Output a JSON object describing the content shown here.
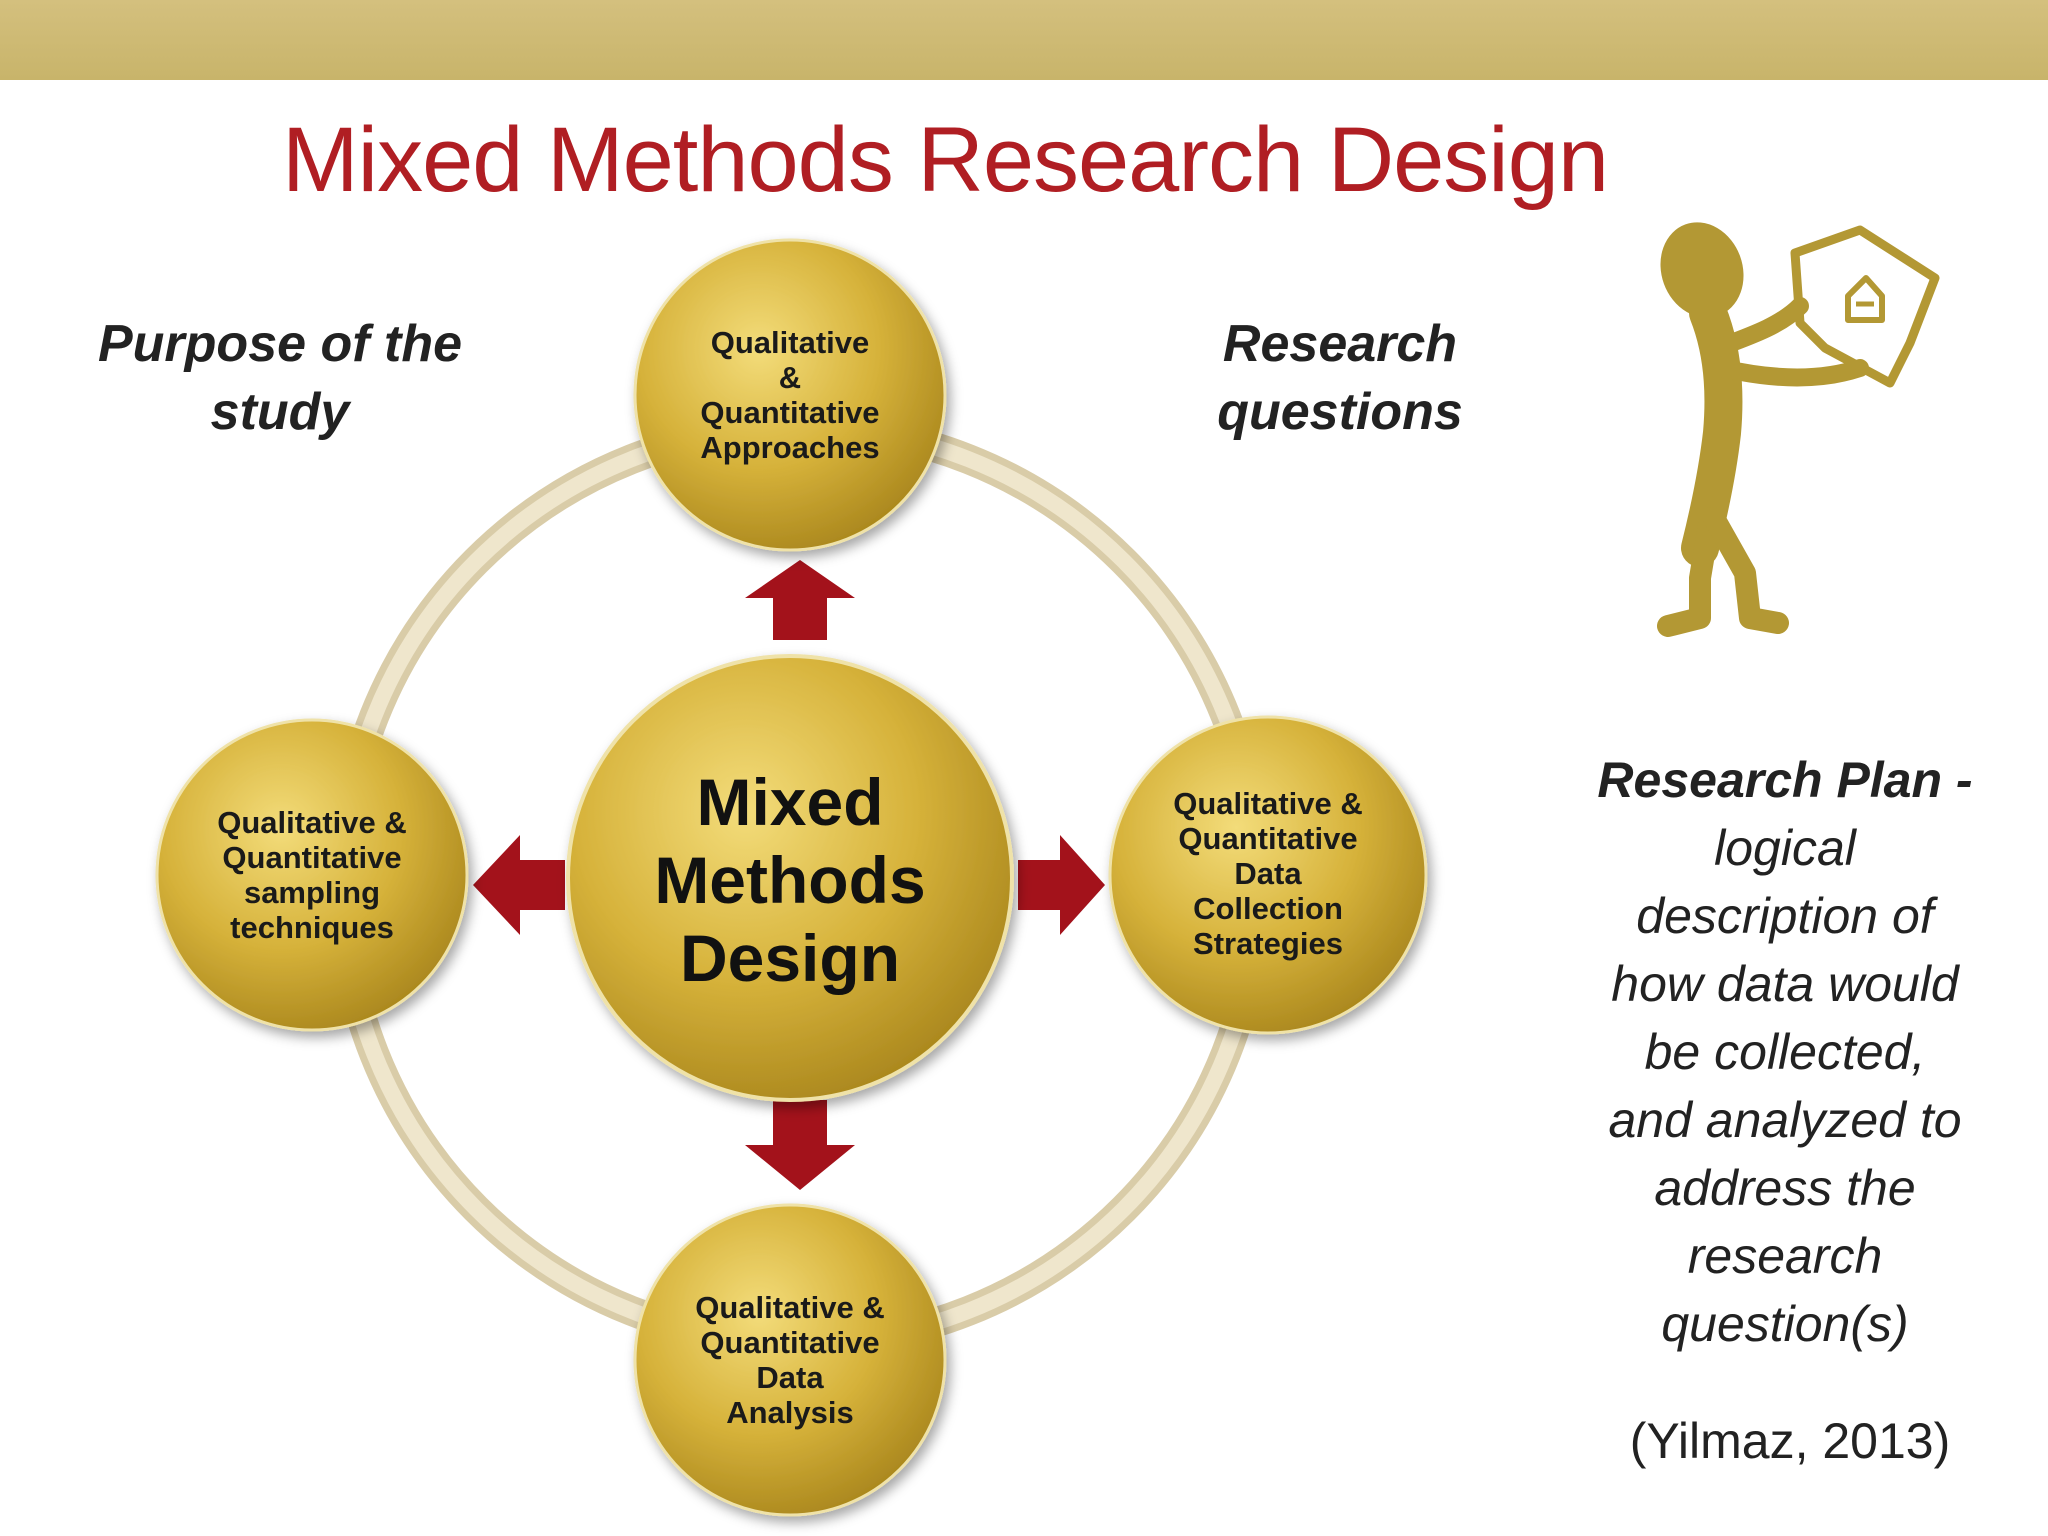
{
  "slide": {
    "title": "Mixed Methods Research Design",
    "accent_color": "#b01e23",
    "band_color": "#ccb870"
  },
  "labels": {
    "purpose": "Purpose of the\nstudy",
    "research_questions": "Research\nquestions"
  },
  "diagram": {
    "center": "Mixed\nMethods\nDesign",
    "top": "Qualitative\n&\nQuantitative\nApproaches",
    "left": "Qualitative &\nQuantitative\nsampling\ntechniques",
    "right": "Qualitative &\nQuantitative\nData\nCollection\nStrategies",
    "bottom": "Qualitative &\nQuantitative\nData\nAnalysis",
    "circle_color": "#d4b238",
    "arrow_color": "#a3121b",
    "ring_color": "#d9cca8"
  },
  "research_plan": {
    "heading": "Research Plan -",
    "body": "logical\ndescription of\nhow data would\nbe collected,\nand analyzed to\naddress the\nresearch\nquestion(s)"
  },
  "citation": "(Yilmaz, 2013)",
  "icons": {
    "figure": "person-holding-house-sign-icon"
  }
}
